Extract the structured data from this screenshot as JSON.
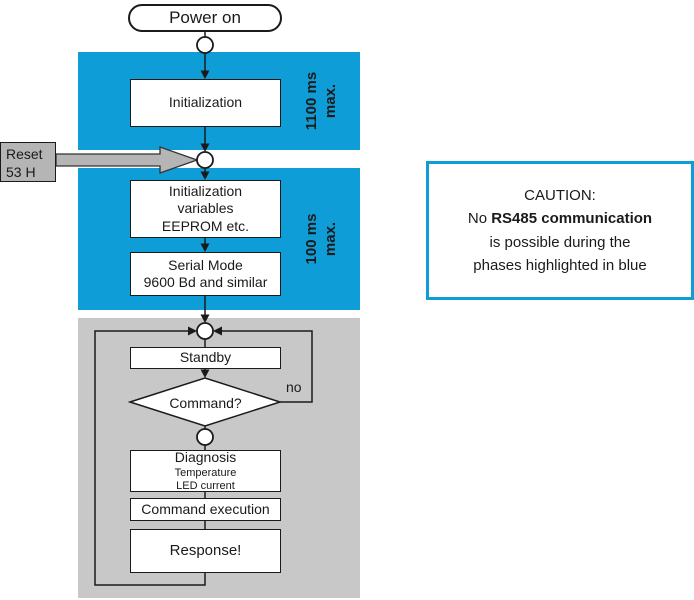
{
  "flowchart": {
    "power_on": "Power on",
    "initialization": "Initialization",
    "timing_1100": {
      "line1": "1100 ms",
      "line2": "max."
    },
    "reset": {
      "line1": "Reset",
      "line2": "53 H"
    },
    "init_variables": {
      "line1": "Initialization",
      "line2": "variables",
      "line3": "EEPROM etc."
    },
    "serial_mode": {
      "line1": "Serial Mode",
      "line2": "9600 Bd and similar"
    },
    "timing_100": {
      "line1": "100 ms",
      "line2": "max."
    },
    "standby": "Standby",
    "command_decision": "Command?",
    "no_branch": "no",
    "diagnosis": {
      "line1": "Diagnosis",
      "line2": "Temperature",
      "line3": "LED current"
    },
    "command_execution": "Command execution",
    "response": "Response!"
  },
  "caution": {
    "line1": "CAUTION:",
    "line2_normal": "No ",
    "line2_bold": "RS485 communication",
    "line3": "is possible during the",
    "line4": "phases highlighted in blue"
  },
  "colors": {
    "phase_blue": "#0f9dd7",
    "panel_gray": "#c8c8c8",
    "reset_gray": "#b5b5b5",
    "caution_border_blue": "#0f9dd7"
  }
}
